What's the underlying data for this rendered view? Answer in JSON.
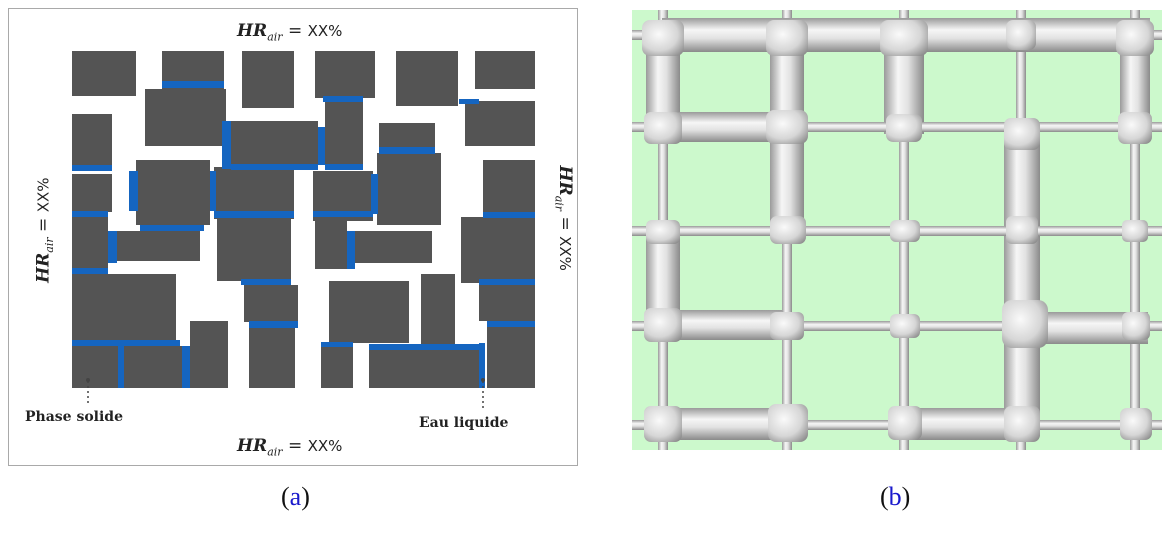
{
  "panel_a": {
    "hr_top": {
      "symbol": "HR",
      "subscript": "air",
      "equals": "=",
      "value": "XX%"
    },
    "hr_bottom": {
      "symbol": "HR",
      "subscript": "air",
      "equals": "=",
      "value": "XX%"
    },
    "hr_left": {
      "symbol": "HR",
      "subscript": "air",
      "equals": "=",
      "value": "XX%"
    },
    "hr_right": {
      "symbol": "HR",
      "subscript": "air",
      "equals": "=",
      "value": "XX%"
    },
    "label_solid": "Phase solide",
    "label_water": "Eau liquide",
    "colors": {
      "solid": "#545454",
      "water": "#1565c0",
      "border": "#a9a9a9"
    }
  },
  "panel_b": {
    "colors": {
      "background": "#ccf9cc",
      "tube_light": "#f4f4f4",
      "tube_dark": "#8c8c8c"
    }
  },
  "captions": {
    "a": {
      "open": "(",
      "letter": "a",
      "close": ")"
    },
    "b": {
      "open": "(",
      "letter": "b",
      "close": ")"
    }
  }
}
